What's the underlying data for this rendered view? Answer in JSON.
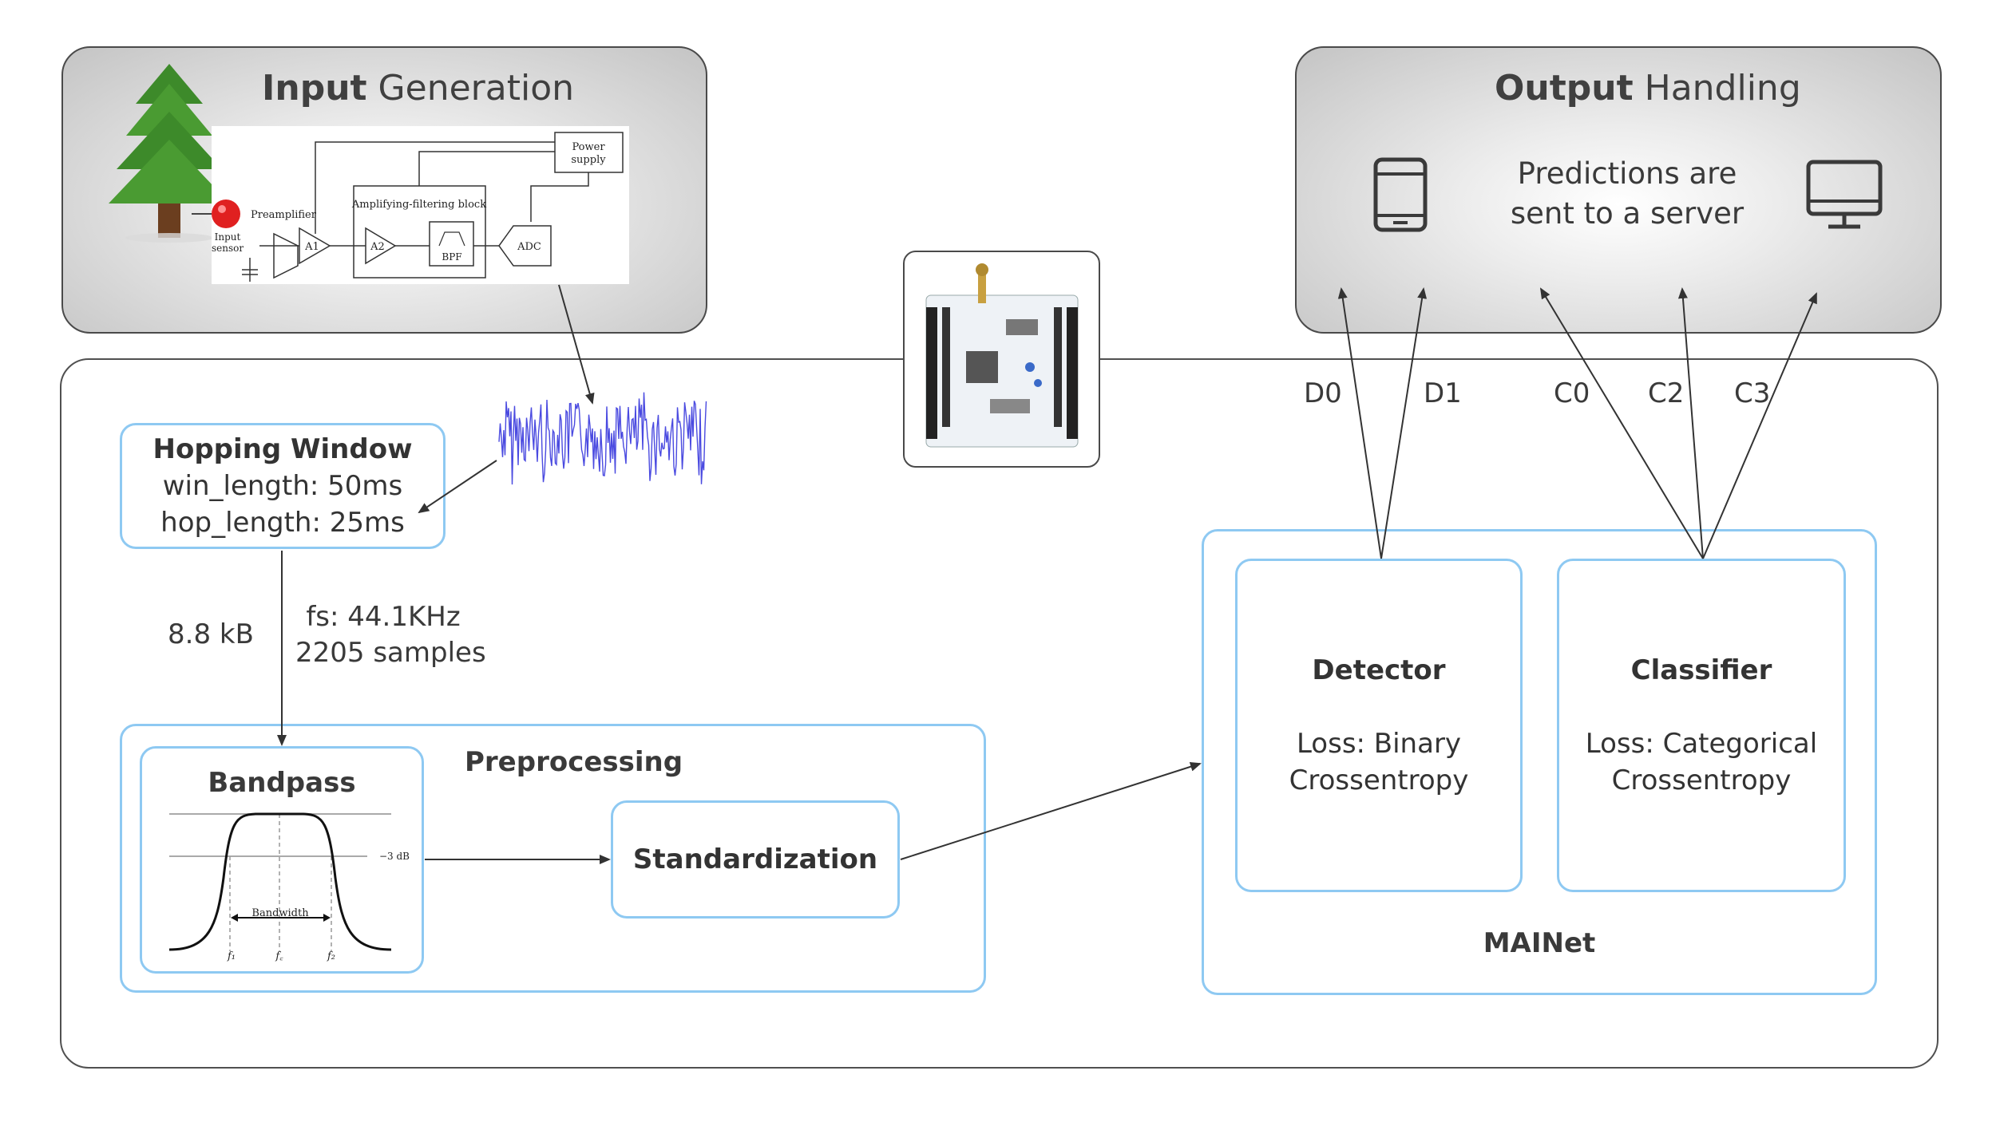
{
  "input_panel": {
    "title_bold": "Input",
    "title_rest": " Generation",
    "schematic": {
      "power_supply": "Power supply",
      "amp_block": "Amplifying-filtering block",
      "preamplifier": "Preamplifier",
      "input_sensor": "Input sensor",
      "a1": "A1",
      "a2": "A2",
      "bpf": "BPF",
      "adc": "ADC"
    }
  },
  "output_panel": {
    "title_bold": "Output",
    "title_rest": " Handling",
    "text_line1": "Predictions are",
    "text_line2": "sent to a server"
  },
  "hopping": {
    "title": "Hopping Window",
    "line1": "win_length: 50ms",
    "line2": "hop_length: 25ms"
  },
  "size_label": "8.8 kB",
  "fs_line1": "fs: 44.1KHz",
  "fs_line2": "2205 samples",
  "preprocessing": {
    "title": "Preprocessing",
    "bandpass_title": "Bandpass",
    "bandpass_db": "−3 dB",
    "bandpass_bw": "Bandwidth",
    "f1": "f₁",
    "fc": "f꜀",
    "f2": "f₂",
    "standardization": "Standardization"
  },
  "mainet": {
    "title": "MAINet",
    "detector_title": "Detector",
    "detector_l1": "Loss: Binary",
    "detector_l2": "Crossentropy",
    "classifier_title": "Classifier",
    "classifier_l1": "Loss: Categorical",
    "classifier_l2": "Crossentropy"
  },
  "outputs": [
    "D0",
    "D1",
    "C0",
    "C2",
    "C3"
  ],
  "colors": {
    "accent_border": "#8ec9f2",
    "signal": "#4a4ae0",
    "tree_green": "#3d8a2a",
    "sensor_red": "#e02020"
  },
  "icons": [
    "tree-icon",
    "tablet-icon",
    "monitor-icon",
    "board-icon"
  ]
}
